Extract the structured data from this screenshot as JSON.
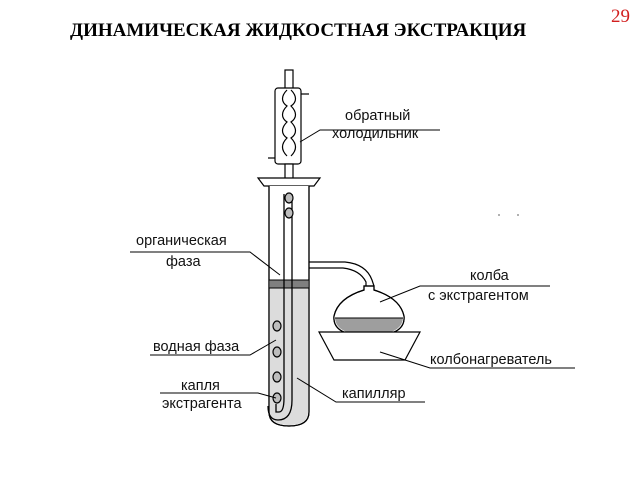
{
  "slide": {
    "title": "ДИНАМИЧЕСКАЯ ЖИДКОСТНАЯ ЭКСТРАКЦИЯ",
    "page_number": "29",
    "page_number_color": "#d21f1f"
  },
  "labels": {
    "condenser_line1": "обратный",
    "condenser_line2": "холодильник",
    "organic_line1": "органическая",
    "organic_line2": "фаза",
    "flask_line1": "колба",
    "flask_line2": "с экстрагентом",
    "aqueous": "водная фаза",
    "heater": "колбонагреватель",
    "drop_line1": "капля",
    "drop_line2": "экстрагента",
    "capillary": "капилляр"
  }
}
